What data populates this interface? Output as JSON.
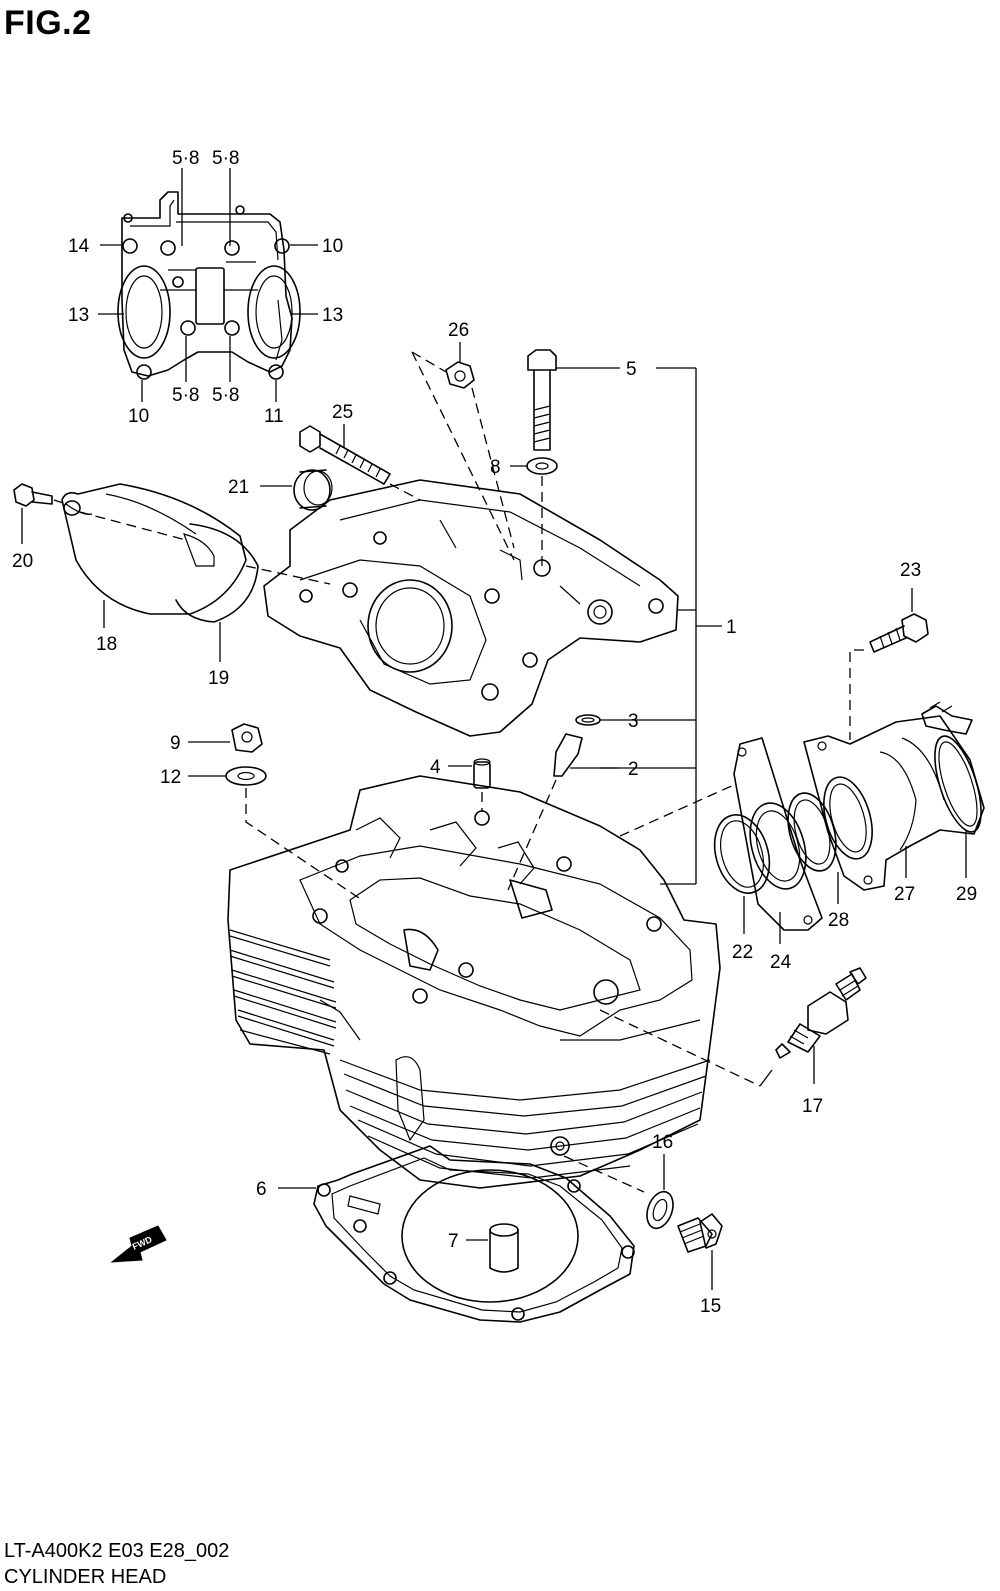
{
  "figure_title": "FIG.2",
  "model_code": "LT-A400K2 E03 E28_002",
  "diagram_title": "CYLINDER HEAD",
  "fwd_label": "FWD",
  "callouts": {
    "c1": "1",
    "c2": "2",
    "c3": "3",
    "c4": "4",
    "c5": "5",
    "c6": "6",
    "c7": "7",
    "c8": "8",
    "c9": "9",
    "c12": "12",
    "c15": "15",
    "c16": "16",
    "c17": "17",
    "c18": "18",
    "c19": "19",
    "c20": "20",
    "c21": "21",
    "c22": "22",
    "c23": "23",
    "c24": "24",
    "c25": "25",
    "c26": "26",
    "c27": "27",
    "c28": "28",
    "c29": "29",
    "inset_58_tl1": "5·8",
    "inset_58_tl2": "5·8",
    "inset_58_bl1": "5·8",
    "inset_58_bl2": "5·8",
    "inset_14": "14",
    "inset_10_r": "10",
    "inset_13_l": "13",
    "inset_13_r": "13",
    "inset_10_b": "10",
    "inset_11": "11"
  }
}
